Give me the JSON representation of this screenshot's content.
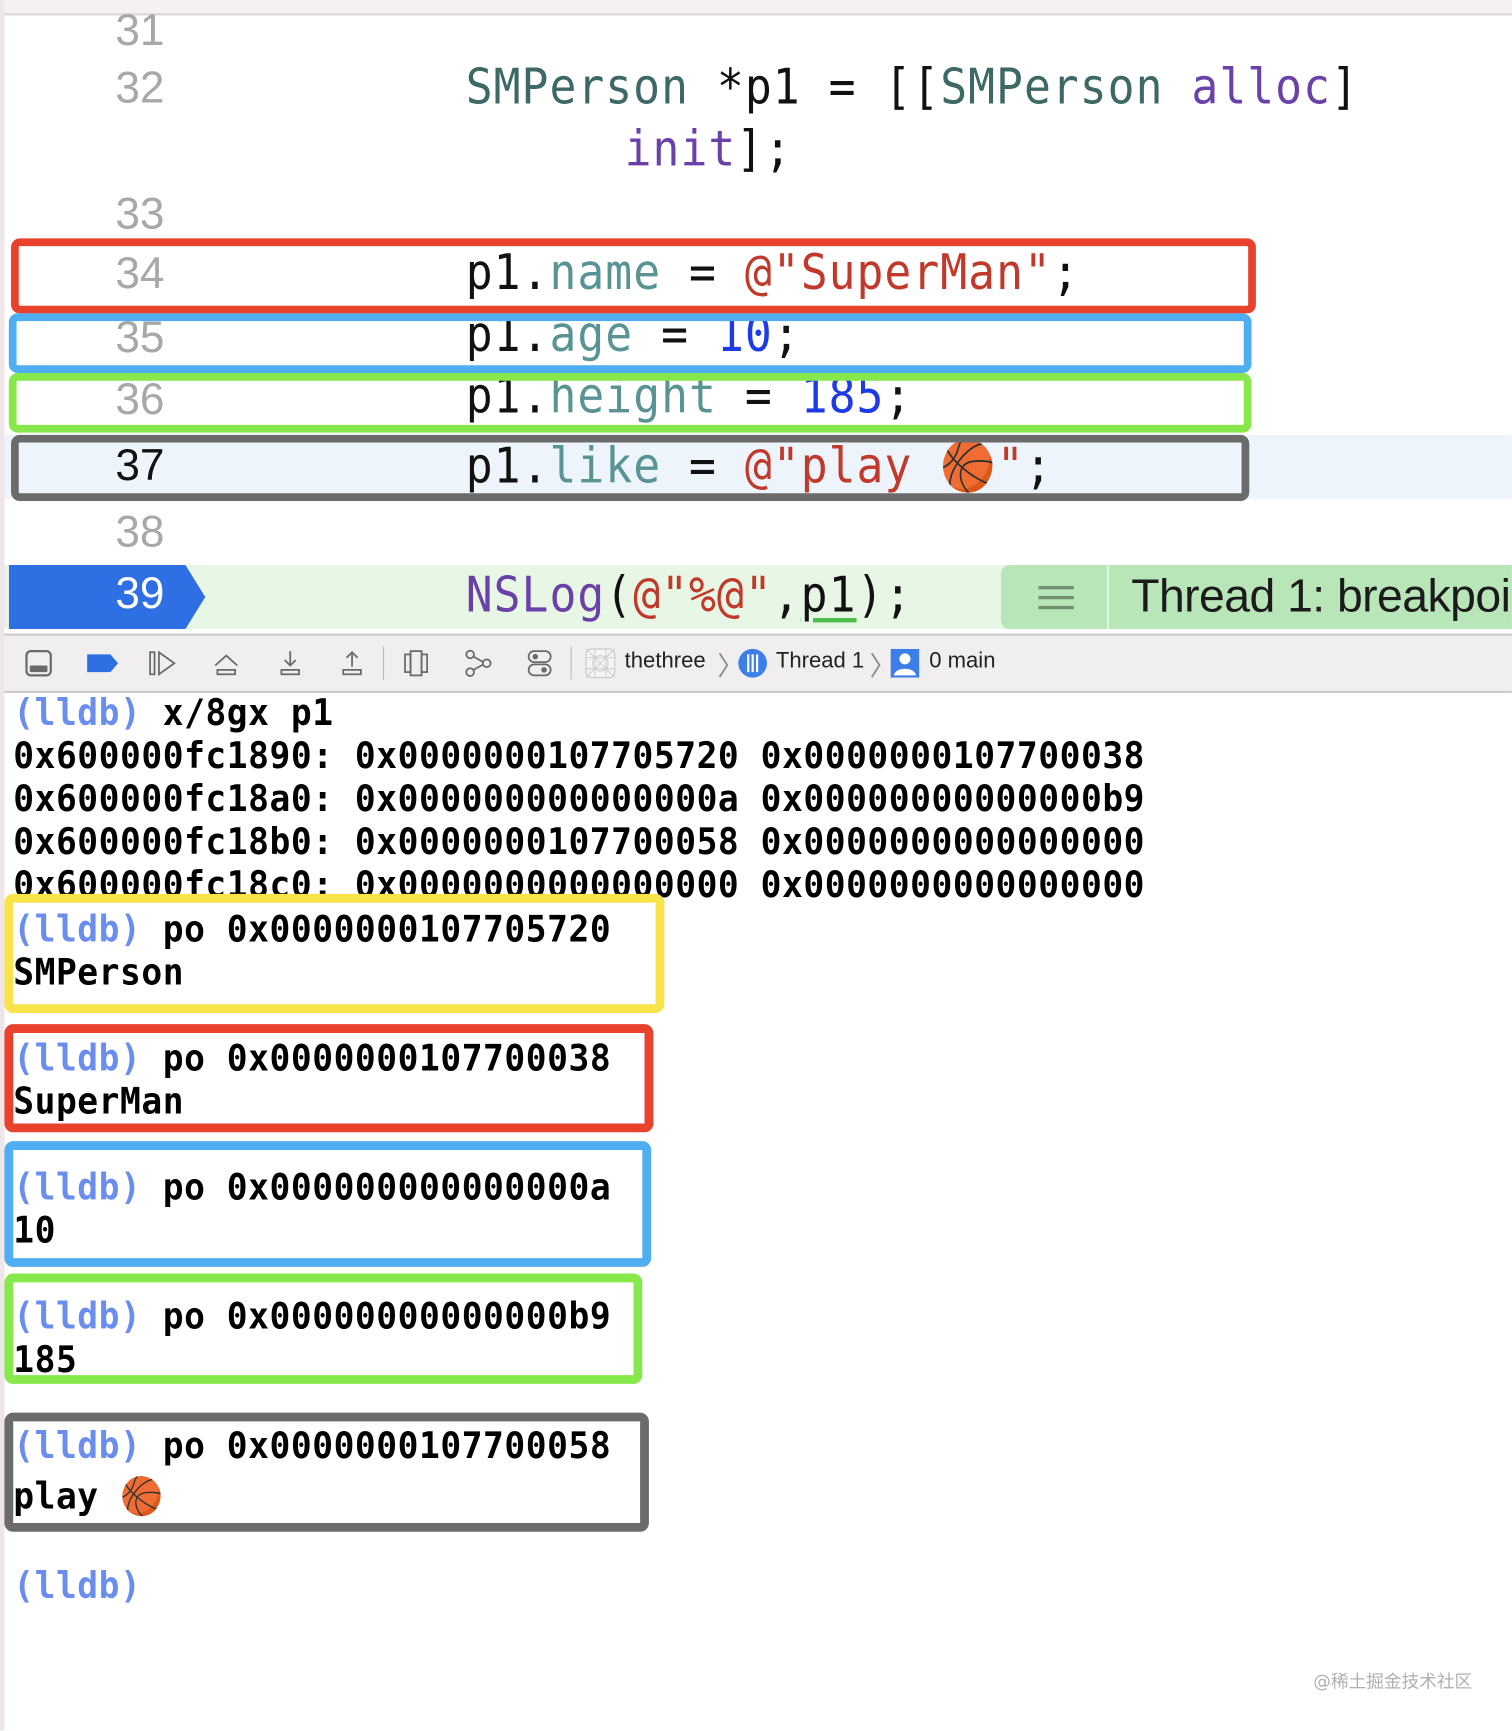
{
  "editor": {
    "lines": [
      {
        "no": "31",
        "code": ""
      },
      {
        "no": "32",
        "code": "SMPerson *p1 = [[SMPerson alloc] init];"
      },
      {
        "no": "33",
        "code": ""
      },
      {
        "no": "34",
        "code": "p1.name = @\"SuperMan\";"
      },
      {
        "no": "35",
        "code": "p1.age = 10;"
      },
      {
        "no": "36",
        "code": "p1.height = 185;"
      },
      {
        "no": "37",
        "code": "p1.like = @\"play 🏀\";"
      },
      {
        "no": "38",
        "code": ""
      },
      {
        "no": "39",
        "code": "NSLog(@\"%@\",p1);"
      }
    ],
    "tokens": {
      "l32_type": "SMPerson",
      "l32_decl": " *p1 = [[",
      "l32_type2": "SMPerson",
      "l32_alloc": "alloc",
      "l32_close": "]",
      "l32_init": "init",
      "l32_end": "];",
      "l34_obj": "p1.",
      "l34_prop": "name",
      "l34_eq": " = ",
      "l34_val": "@\"SuperMan\"",
      "l34_end": ";",
      "l35_obj": "p1.",
      "l35_prop": "age",
      "l35_eq": " = ",
      "l35_val": "10",
      "l35_end": ";",
      "l36_obj": "p1.",
      "l36_prop": "height",
      "l36_eq": " = ",
      "l36_val": "185",
      "l36_end": ";",
      "l37_obj": "p1.",
      "l37_prop": "like",
      "l37_eq": " = ",
      "l37_val": "@\"play 🏀\"",
      "l37_end": ";",
      "l39_func": "NSLog",
      "l39_open": "(",
      "l39_str": "@\"%@\"",
      "l39_comma": ",",
      "l39_arg": "p1",
      "l39_end": ");"
    },
    "current_line": "37",
    "breakpoint": {
      "line": "39",
      "annotation": "Thread 1: breakpoi",
      "color": "#2f6fe4"
    }
  },
  "highlight_colors": {
    "name": "#e8412c",
    "age": "#4faef2",
    "height": "#87e84b",
    "like": "#6b6b6b",
    "isa": "#f8e34a"
  },
  "debug_bar": {
    "buttons": [
      "hide-debug-area",
      "toggle-breakpoints",
      "continue",
      "step-over",
      "step-into",
      "step-out",
      "debug-view-hierarchy",
      "debug-memory-graph",
      "environment-overrides"
    ],
    "breadcrumb": {
      "process": "thethree",
      "thread": "Thread 1",
      "frame": "0 main"
    }
  },
  "console": {
    "prompt": "(lldb)",
    "memory_command": "x/8gx p1",
    "memory_rows": [
      {
        "addr": "0x600000fc1890:",
        "v1": "0x0000000107705720",
        "v2": "0x0000000107700038"
      },
      {
        "addr": "0x600000fc18a0:",
        "v1": "0x000000000000000a",
        "v2": "0x00000000000000b9"
      },
      {
        "addr": "0x600000fc18b0:",
        "v1": "0x0000000107700058",
        "v2": "0x0000000000000000"
      },
      {
        "addr": "0x600000fc18c0:",
        "v1": "0x0000000000000000",
        "v2": "0x0000000000000000"
      }
    ],
    "po_blocks": [
      {
        "command": "po 0x0000000107705720",
        "output": "SMPerson"
      },
      {
        "command": "po 0x0000000107700038",
        "output": "SuperMan"
      },
      {
        "command": "po 0x000000000000000a",
        "output": "10"
      },
      {
        "command": "po 0x00000000000000b9",
        "output": "185"
      },
      {
        "command": "po 0x0000000107700058",
        "output": "play 🏀"
      }
    ]
  },
  "watermark": "@稀土掘金技术社区"
}
